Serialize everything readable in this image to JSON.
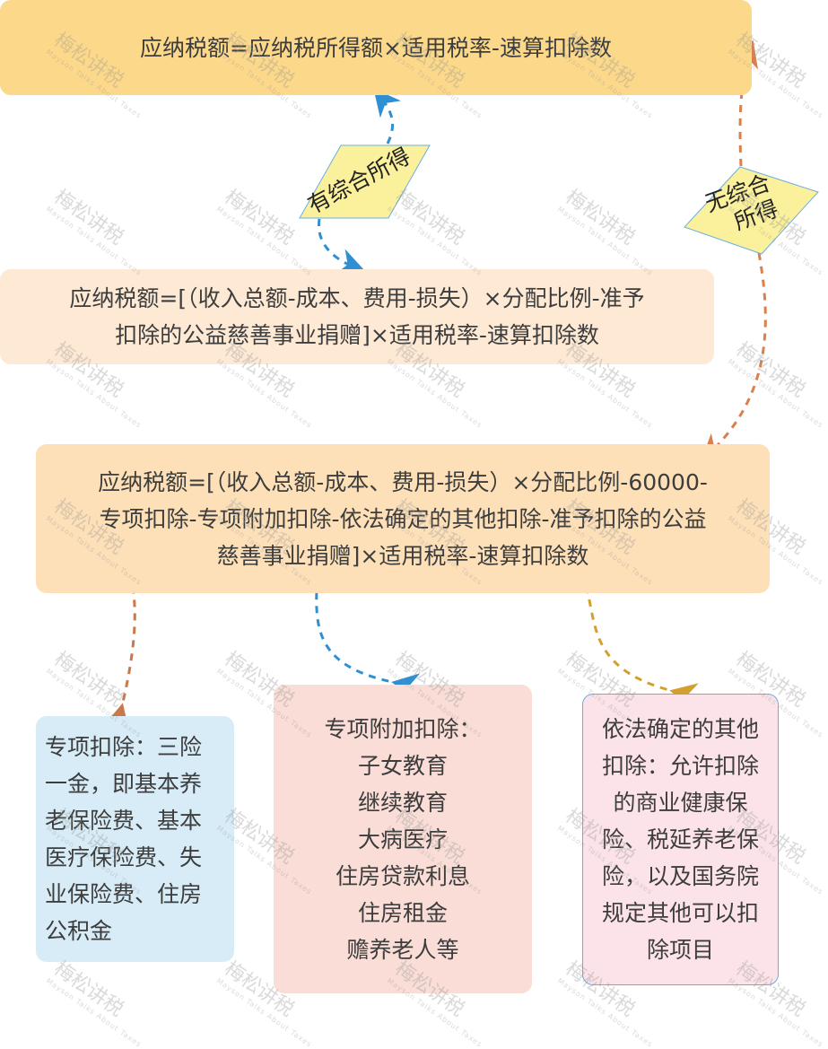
{
  "nodes": {
    "top": {
      "text": "应纳税额=应纳税所得额×适用税率-速算扣除数"
    },
    "mid": {
      "lines": [
        "应纳税额=[（收入总额-成本、费用-损失）×分配比例-准予",
        "扣除的公益慈善事业捐赠]×适用税率-速算扣除数"
      ]
    },
    "main": {
      "lines": [
        "应纳税额=[（收入总额-成本、费用-损失）×分配比例-60000-",
        "专项扣除-专项附加扣除-依法确定的其他扣除-准予扣除的公益",
        "慈善事业捐赠]×适用税率-速算扣除数"
      ]
    },
    "special": {
      "lines": [
        "专项扣除：三险",
        "一金，即基本养",
        "老保险费、基本",
        "医疗保险费、失",
        "业保险费、住房",
        "公积金"
      ]
    },
    "additional": {
      "lines": [
        "专项附加扣除：",
        "子女教育",
        "继续教育",
        "大病医疗",
        "住房贷款利息",
        "住房租金",
        "赡养老人等"
      ]
    },
    "other": {
      "lines": [
        "依法确定的其他",
        "扣除：允许扣除",
        "的商业健康保",
        "险、税延养老保",
        "险，以及国务院",
        "规定其他可以扣",
        "除项目"
      ]
    }
  },
  "decisions": {
    "with_comprehensive": "有综合所得",
    "without_comprehensive_line1": "无综合",
    "without_comprehensive_line2": "所得"
  },
  "watermark": {
    "cn": "梅松讲税",
    "en": "Mayson Talks About Taxes"
  },
  "colors": {
    "top_bg": "#fcd98a",
    "mid_bg": "#fde9d4",
    "main_bg": "#fde0b8",
    "special_bg": "#d7ecf6",
    "additional_bg": "#f9ddd6",
    "other_bg": "#fbe3e9",
    "decision_bg": "#fbf19c",
    "blue_link": "#2f8fd3",
    "orange_link": "#d9804e",
    "brown_link": "#c9784a",
    "gold_link": "#d3a02f"
  }
}
